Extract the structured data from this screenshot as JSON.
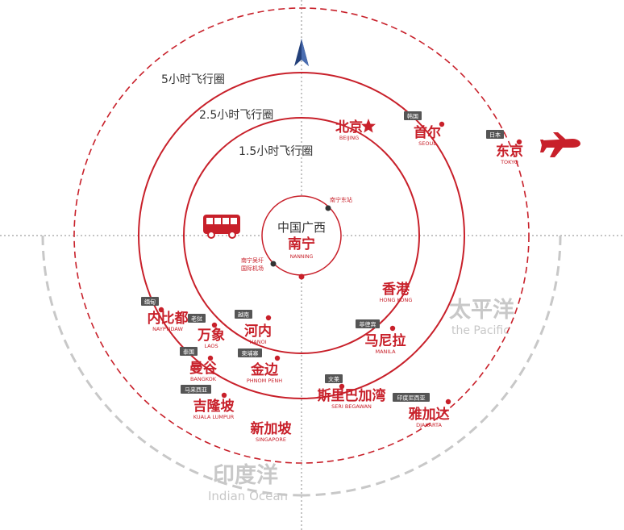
{
  "center": {
    "region": "中国广西",
    "city": "南宁",
    "pinyin": "NANNING"
  },
  "stations": {
    "east_station": "南宁东站",
    "airport_line1": "南宁吴圩",
    "airport_line2": "国际机场"
  },
  "rings": {
    "inner": "1.5小时飞行圈",
    "middle": "2.5小时飞行圈",
    "outer": "5小时飞行圈"
  },
  "oceans": {
    "pacific_cn": "太平洋",
    "pacific_en": "the Pacific",
    "indian_cn": "印度洋",
    "indian_en": "Indian Ocean"
  },
  "cities": [
    {
      "key": "beijing",
      "country": "",
      "name": "北京",
      "pinyin": "BEIJING"
    },
    {
      "key": "seoul",
      "country": "韩国",
      "name": "首尔",
      "pinyin": "SEOUL"
    },
    {
      "key": "tokyo",
      "country": "日本",
      "name": "东京",
      "pinyin": "TOKYO"
    },
    {
      "key": "hongkong",
      "country": "",
      "name": "香港",
      "pinyin": "HONG KONG"
    },
    {
      "key": "manila",
      "country": "菲律宾",
      "name": "马尼拉",
      "pinyin": "MANILA"
    },
    {
      "key": "bsb",
      "country": "文莱",
      "name": "斯里巴加湾",
      "pinyin": "SERI BEGAWAN"
    },
    {
      "key": "jakarta",
      "country": "印度尼西亚",
      "name": "雅加达",
      "pinyin": "DJAKARTA"
    },
    {
      "key": "naypyidaw",
      "country": "缅甸",
      "name": "内比都",
      "pinyin": "NAYPYIDAW"
    },
    {
      "key": "laos",
      "country": "老挝",
      "name": "万象",
      "pinyin": "LAOS"
    },
    {
      "key": "hanoi",
      "country": "越南",
      "name": "河内",
      "pinyin": "HANOI"
    },
    {
      "key": "bangkok",
      "country": "泰国",
      "name": "曼谷",
      "pinyin": "BANGKOK"
    },
    {
      "key": "phnompenh",
      "country": "柬埔寨",
      "name": "金边",
      "pinyin": "PHNOM PENH"
    },
    {
      "key": "kl",
      "country": "马来西亚",
      "name": "吉隆坡",
      "pinyin": "KUALA LUMPUR"
    },
    {
      "key": "singapore",
      "country": "",
      "name": "新加坡",
      "pinyin": "SINGAPORE"
    }
  ],
  "colors": {
    "accent": "#c8202a",
    "label_bg": "#555555",
    "muted": "#c8c8c8"
  }
}
